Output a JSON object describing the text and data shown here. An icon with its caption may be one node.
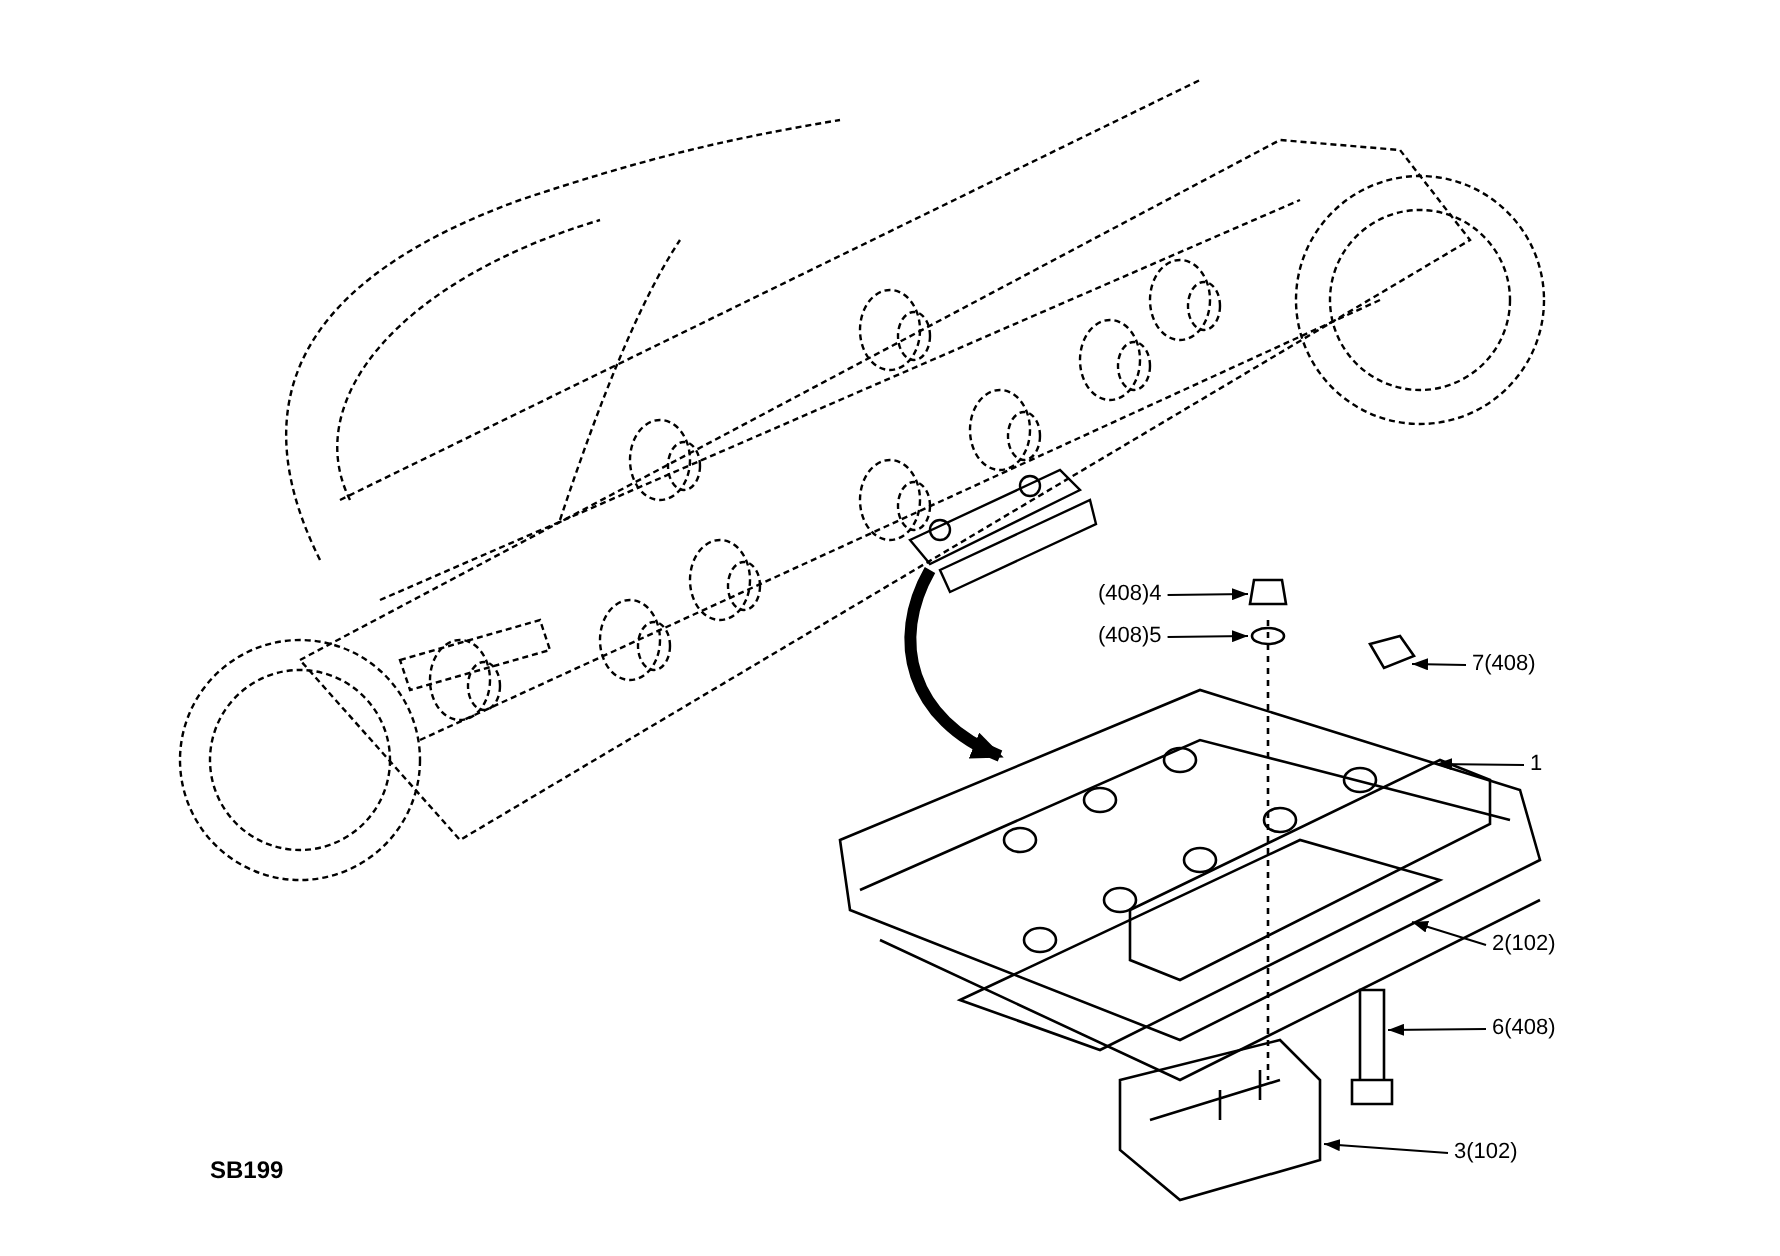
{
  "diagram": {
    "nodes": [
      {
        "text": [
          "(408)4"
        ]
      },
      {
        "text": [
          "(408)5"
        ]
      },
      {
        "text": [
          "7(408)"
        ]
      },
      {
        "text": [
          "1"
        ]
      },
      {
        "text": [
          "2(102)"
        ]
      },
      {
        "text": [
          "6(408)"
        ]
      },
      {
        "text": [
          "3(102)"
        ]
      }
    ],
    "edges": [
      {
        "from": 0,
        "to": null,
        "arrow": "to"
      },
      {
        "from": 1,
        "to": null,
        "arrow": "to"
      },
      {
        "from": 2,
        "to": null,
        "arrow": "to"
      },
      {
        "from": 3,
        "to": null,
        "arrow": "to"
      },
      {
        "from": 4,
        "to": null,
        "arrow": "to"
      },
      {
        "from": 5,
        "to": null,
        "arrow": "to"
      },
      {
        "from": 6,
        "to": null,
        "arrow": "to"
      }
    ],
    "labels": [
      "SB199"
    ]
  }
}
